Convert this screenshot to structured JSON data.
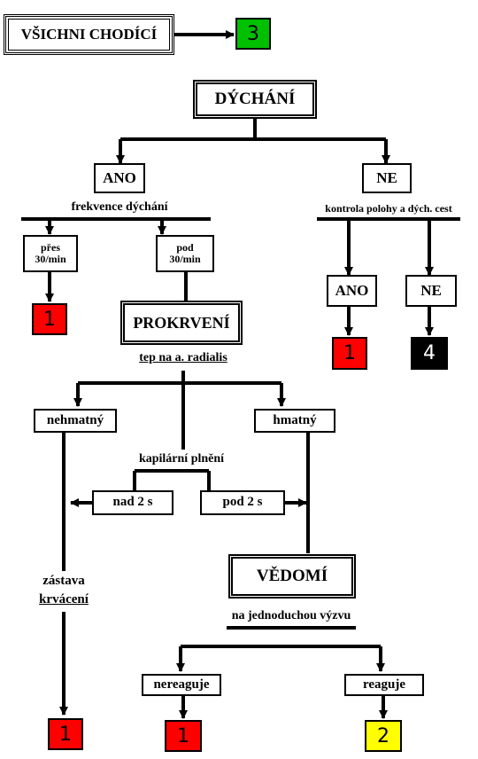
{
  "colors": {
    "red": "#ff0000",
    "green": "#00c000",
    "yellow": "#ffff00",
    "black": "#000000"
  },
  "walking": {
    "label": "VŠICHNI CHODÍCÍ",
    "category": "3"
  },
  "breathing": {
    "title": "DÝCHÁNÍ",
    "yes": "ANO",
    "no": "NE",
    "rate_label": "frekvence dýchání",
    "over": "přes\n30/min",
    "under": "pod\n30/min",
    "airway_check": "kontrola polohy a dých. cest",
    "airway_yes": "ANO",
    "airway_no": "NE",
    "cat_over": "1",
    "cat_airway_yes": "1",
    "cat_airway_no": "4"
  },
  "perfusion": {
    "title": "PROKRVENÍ",
    "pulse_label": "tep na a. radialis",
    "not_palpable": "nehmatný",
    "palpable": "hmatný",
    "cap_refill": "kapilární plnění",
    "over_2s": "nad 2 s",
    "under_2s": "pod 2 s",
    "stop": "zástava",
    "bleeding": "krvácení",
    "cat_bleeding": "1"
  },
  "consciousness": {
    "title": "VĚDOMÍ",
    "simple_command": "na jednoduchou výzvu",
    "no_response": "nereaguje",
    "responds": "reaguje",
    "cat_no_response": "1",
    "cat_responds": "2"
  }
}
